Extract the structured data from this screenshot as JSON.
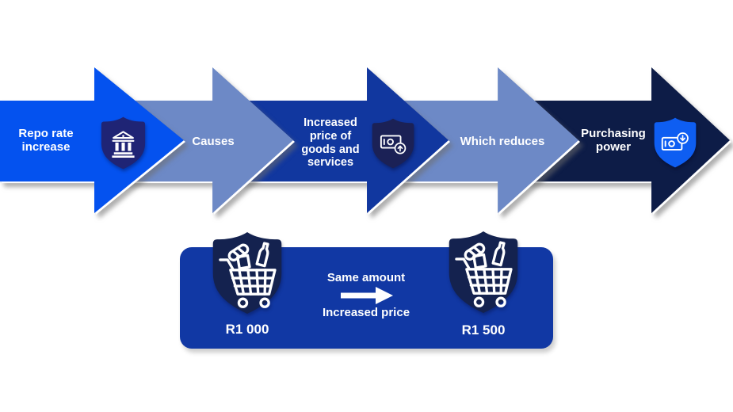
{
  "flow": {
    "steps": [
      {
        "label": "Repo rate\nincrease",
        "color": "#0452ef",
        "icon": "bank-shield-icon"
      },
      {
        "label": "Causes",
        "color": "#6d89c6"
      },
      {
        "label": "Increased\nprice of\ngoods and\nservices",
        "color": "#11379f",
        "icon": "money-increase-shield-icon"
      },
      {
        "label": "Which reduces",
        "color": "#6d89c6"
      },
      {
        "label": "Purchasing\npower",
        "color": "#0d1c47",
        "icon": "money-decrease-shield-icon"
      }
    ]
  },
  "comparison": {
    "before": {
      "amount": "R1 000",
      "icon": "grocery-cart-shield-icon"
    },
    "relation": {
      "line1": "Same amount",
      "line2": "Increased price",
      "arrow_icon": "right-arrow-icon"
    },
    "after": {
      "amount": "R1 500",
      "icon": "grocery-cart-shield-icon"
    }
  },
  "colors": {
    "bright_blue": "#0452ef",
    "slate_blue": "#6d89c6",
    "royal_blue": "#11379f",
    "dark_navy": "#0d1c47",
    "panel_blue": "#1138a4",
    "shield_indigo": "#1f2475",
    "shield_navy": "#1b2156",
    "shield_bright_blue": "#0e5ef2",
    "cart_shield_navy": "#14224f",
    "text_white": "#ffffff"
  }
}
